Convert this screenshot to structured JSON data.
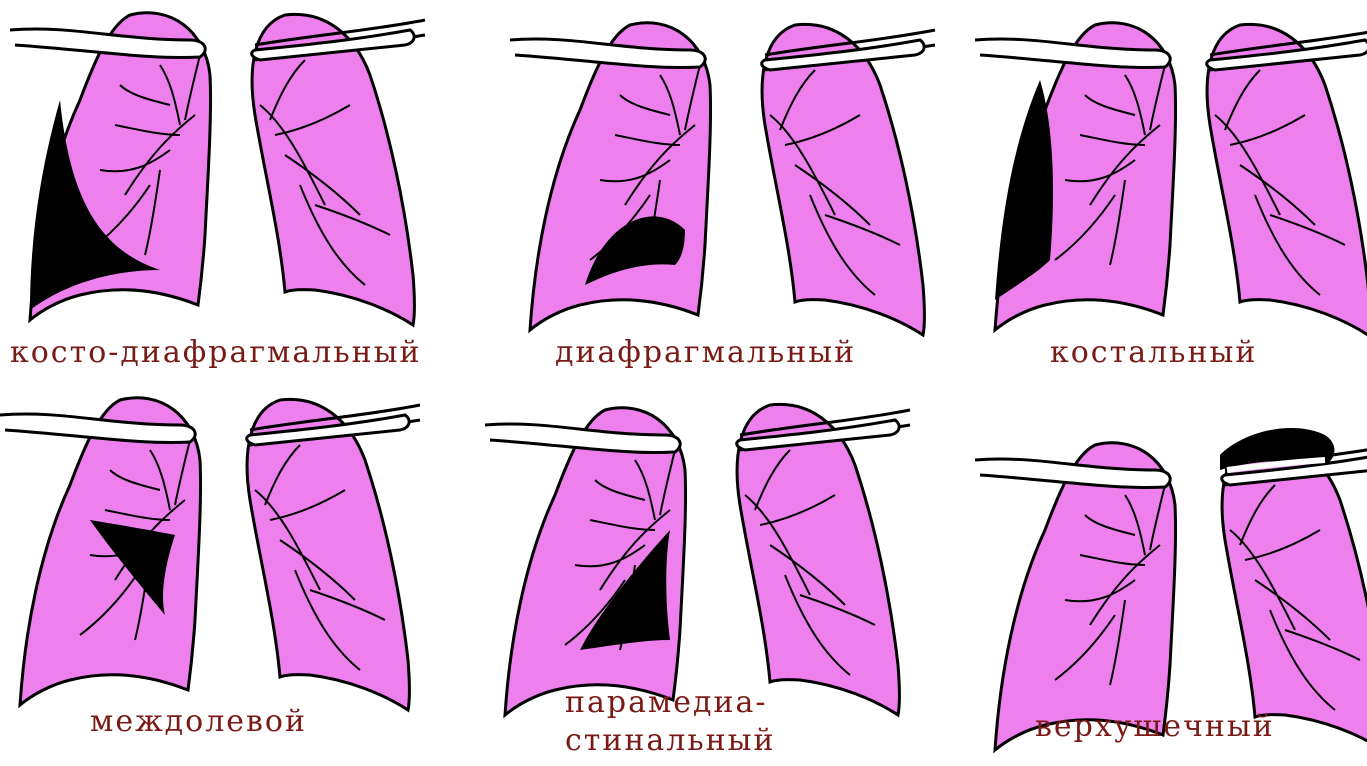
{
  "colors": {
    "lung_fill": "#ee80ee",
    "outline": "#000000",
    "effusion": "#000000",
    "clavicle_fill": "#ffffff",
    "caption": "#7a1a16"
  },
  "panels": [
    {
      "id": "costo-diaphragmatic",
      "caption": "косто-диафрагмальный"
    },
    {
      "id": "diaphragmatic",
      "caption": "диафрагмальный"
    },
    {
      "id": "costal",
      "caption": "костальный"
    },
    {
      "id": "interlobar",
      "caption": "междолевой"
    },
    {
      "id": "paramediastinal",
      "caption_line1": "парамедиа-",
      "caption_line2": "стинальный"
    },
    {
      "id": "apical",
      "caption": "верхушечный"
    }
  ]
}
